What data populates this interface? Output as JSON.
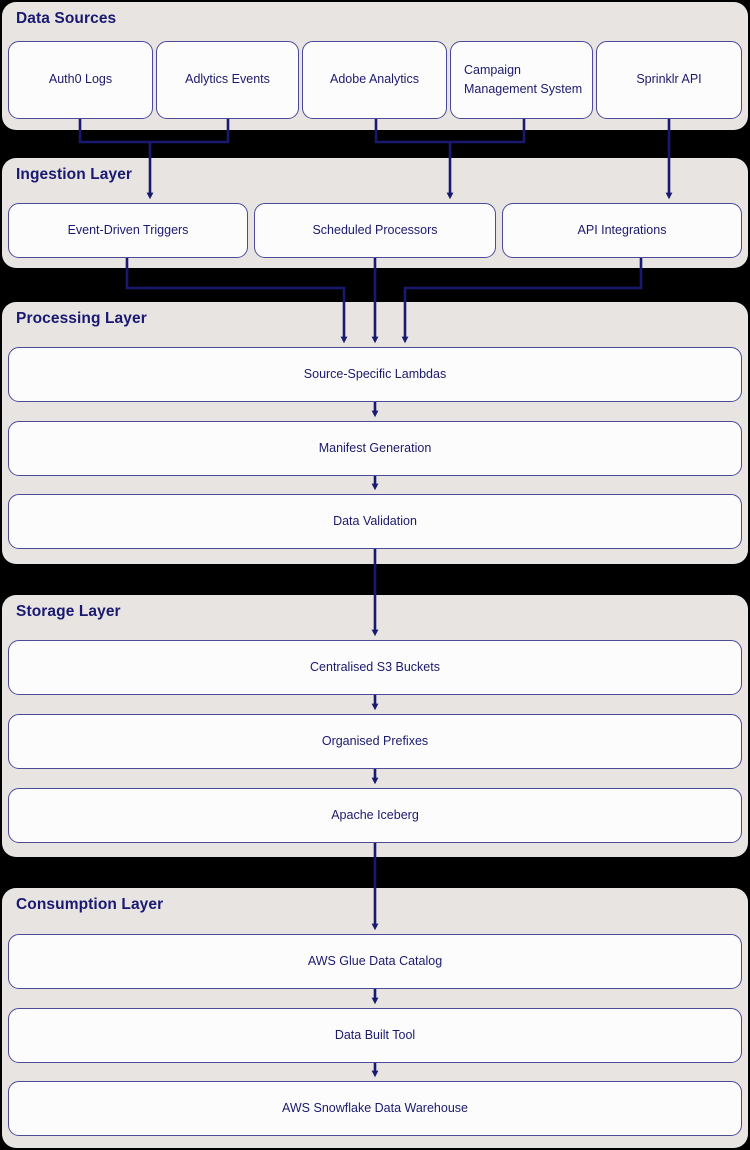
{
  "theme": {
    "page_background": "#000000",
    "panel_background": "#e8e4e2",
    "node_background": "#fdfcfd",
    "node_border": "#4a4a96",
    "title_color": "#191970",
    "label_color": "#1a1a6e",
    "connector_color": "#191970"
  },
  "diagram": {
    "type": "flowchart",
    "orientation": "top-to-bottom",
    "layers": [
      {
        "id": "data-sources",
        "title": "Data Sources",
        "nodes": [
          {
            "id": "auth0-logs",
            "label": "Auth0 Logs"
          },
          {
            "id": "adlytics-events",
            "label": "Adlytics Events"
          },
          {
            "id": "adobe-analytics",
            "label": "Adobe Analytics"
          },
          {
            "id": "campaign-management-system",
            "label": "Campaign Management System"
          },
          {
            "id": "sprinklr-api",
            "label": "Sprinklr API"
          }
        ]
      },
      {
        "id": "ingestion-layer",
        "title": "Ingestion Layer",
        "nodes": [
          {
            "id": "event-driven-triggers",
            "label": "Event-Driven Triggers"
          },
          {
            "id": "scheduled-processors",
            "label": "Scheduled Processors"
          },
          {
            "id": "api-integrations",
            "label": "API Integrations"
          }
        ]
      },
      {
        "id": "processing-layer",
        "title": "Processing Layer",
        "nodes": [
          {
            "id": "source-specific-lambdas",
            "label": "Source-Specific Lambdas"
          },
          {
            "id": "manifest-generation",
            "label": "Manifest Generation"
          },
          {
            "id": "data-validation",
            "label": "Data Validation"
          }
        ]
      },
      {
        "id": "storage-layer",
        "title": "Storage Layer",
        "nodes": [
          {
            "id": "centralised-s3-buckets",
            "label": "Centralised S3 Buckets"
          },
          {
            "id": "organised-prefixes",
            "label": "Organised Prefixes"
          },
          {
            "id": "apache-iceberg",
            "label": "Apache Iceberg"
          }
        ]
      },
      {
        "id": "consumption-layer",
        "title": "Consumption Layer",
        "nodes": [
          {
            "id": "aws-glue-data-catalog",
            "label": "AWS Glue Data Catalog"
          },
          {
            "id": "data-built-tool",
            "label": "Data Built Tool"
          },
          {
            "id": "aws-snowflake-data-warehouse",
            "label": "AWS Snowflake Data Warehouse"
          }
        ]
      }
    ],
    "edges": [
      {
        "from": "auth0-logs",
        "to": "event-driven-triggers"
      },
      {
        "from": "adlytics-events",
        "to": "event-driven-triggers"
      },
      {
        "from": "adobe-analytics",
        "to": "scheduled-processors"
      },
      {
        "from": "campaign-management-system",
        "to": "scheduled-processors"
      },
      {
        "from": "sprinklr-api",
        "to": "api-integrations"
      },
      {
        "from": "event-driven-triggers",
        "to": "source-specific-lambdas"
      },
      {
        "from": "scheduled-processors",
        "to": "source-specific-lambdas"
      },
      {
        "from": "api-integrations",
        "to": "source-specific-lambdas"
      },
      {
        "from": "source-specific-lambdas",
        "to": "manifest-generation"
      },
      {
        "from": "manifest-generation",
        "to": "data-validation"
      },
      {
        "from": "data-validation",
        "to": "centralised-s3-buckets"
      },
      {
        "from": "centralised-s3-buckets",
        "to": "organised-prefixes"
      },
      {
        "from": "organised-prefixes",
        "to": "apache-iceberg"
      },
      {
        "from": "apache-iceberg",
        "to": "aws-glue-data-catalog"
      },
      {
        "from": "aws-glue-data-catalog",
        "to": "data-built-tool"
      },
      {
        "from": "data-built-tool",
        "to": "aws-snowflake-data-warehouse"
      }
    ]
  }
}
